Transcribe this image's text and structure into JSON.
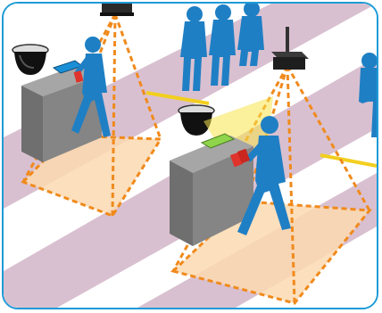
{
  "scene": {
    "colors": {
      "frame_border": "#1e9bd7",
      "floor_stripe": "#d9c0d0",
      "detection_zone": "#fcd9b0",
      "zone_outline": "#f08a1c",
      "person": "#1f7fc4",
      "turnstile": "#7a7a7a",
      "light_beam": "#f7e34a",
      "card": "#e0332b"
    },
    "objects": [
      "overhead-sensor-left",
      "overhead-sensor-right",
      "dome-camera-left",
      "dome-camera-right",
      "turnstile-left",
      "turnstile-right",
      "person-walking-left",
      "person-walking-right",
      "queue-people",
      "detection-zone-left",
      "detection-zone-right"
    ]
  }
}
